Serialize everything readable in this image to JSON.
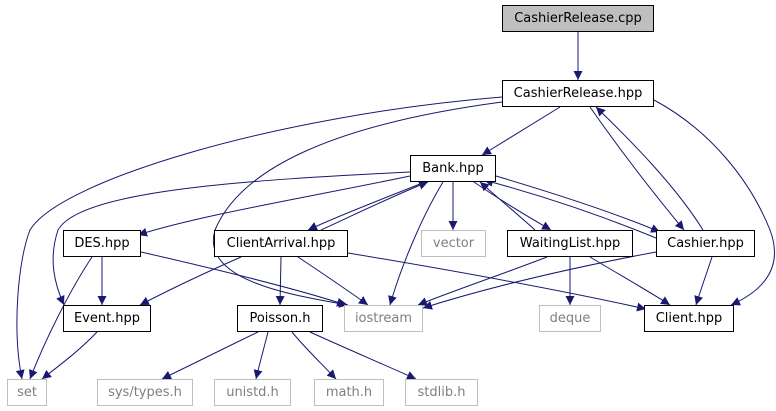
{
  "colors": {
    "edge": "#191970",
    "border": "#000000",
    "root_fill": "#bfbfbf",
    "external_border": "#bfbfbf",
    "external_text": "#7f7f7f"
  },
  "nodes": {
    "cashier_release_cpp": "CashierRelease.cpp",
    "cashier_release_hpp": "CashierRelease.hpp",
    "bank_hpp": "Bank.hpp",
    "des_hpp": "DES.hpp",
    "client_arrival_hpp": "ClientArrival.hpp",
    "vector": "vector",
    "waiting_list_hpp": "WaitingList.hpp",
    "cashier_hpp": "Cashier.hpp",
    "event_hpp": "Event.hpp",
    "poisson_h": "Poisson.h",
    "iostream": "iostream",
    "deque": "deque",
    "client_hpp": "Client.hpp",
    "set": "set",
    "sys_types_h": "sys/types.h",
    "unistd_h": "unistd.h",
    "math_h": "math.h",
    "stdlib_h": "stdlib.h"
  }
}
